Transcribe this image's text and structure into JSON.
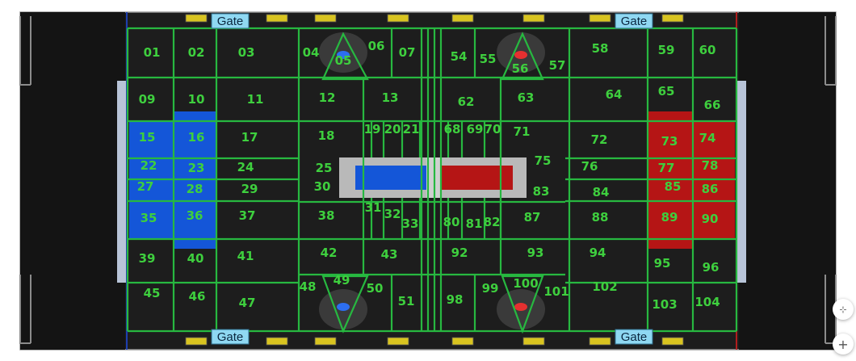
{
  "gate_label": "Gate",
  "zones": [
    "01",
    "02",
    "03",
    "04",
    "05",
    "06",
    "07",
    "09",
    "10",
    "11",
    "12",
    "13",
    "15",
    "16",
    "17",
    "18",
    "19",
    "20",
    "21",
    "22",
    "23",
    "24",
    "25",
    "27",
    "28",
    "29",
    "30",
    "31",
    "32",
    "33",
    "35",
    "36",
    "37",
    "38",
    "39",
    "40",
    "41",
    "42",
    "43",
    "45",
    "46",
    "47",
    "48",
    "49",
    "50",
    "51",
    "54",
    "55",
    "56",
    "57",
    "58",
    "59",
    "60",
    "62",
    "63",
    "64",
    "65",
    "66",
    "68",
    "69",
    "70",
    "71",
    "72",
    "73",
    "74",
    "75",
    "76",
    "77",
    "78",
    "80",
    "81",
    "82",
    "83",
    "84",
    "85",
    "86",
    "87",
    "88",
    "89",
    "90",
    "92",
    "93",
    "94",
    "95",
    "96",
    "98",
    "99",
    "100",
    "101",
    "102",
    "103",
    "104"
  ],
  "colors": {
    "field": "#1b1b1b",
    "grid_line": "#27b840",
    "label": "#3ecf3e",
    "blue_alliance": "#1456d8",
    "red_alliance": "#b51515",
    "gate_box": "#8fd8f2",
    "gate_marker": "#d9c420"
  },
  "controls": {
    "fit_icon": "compress-icon",
    "zoom_in": "+"
  }
}
